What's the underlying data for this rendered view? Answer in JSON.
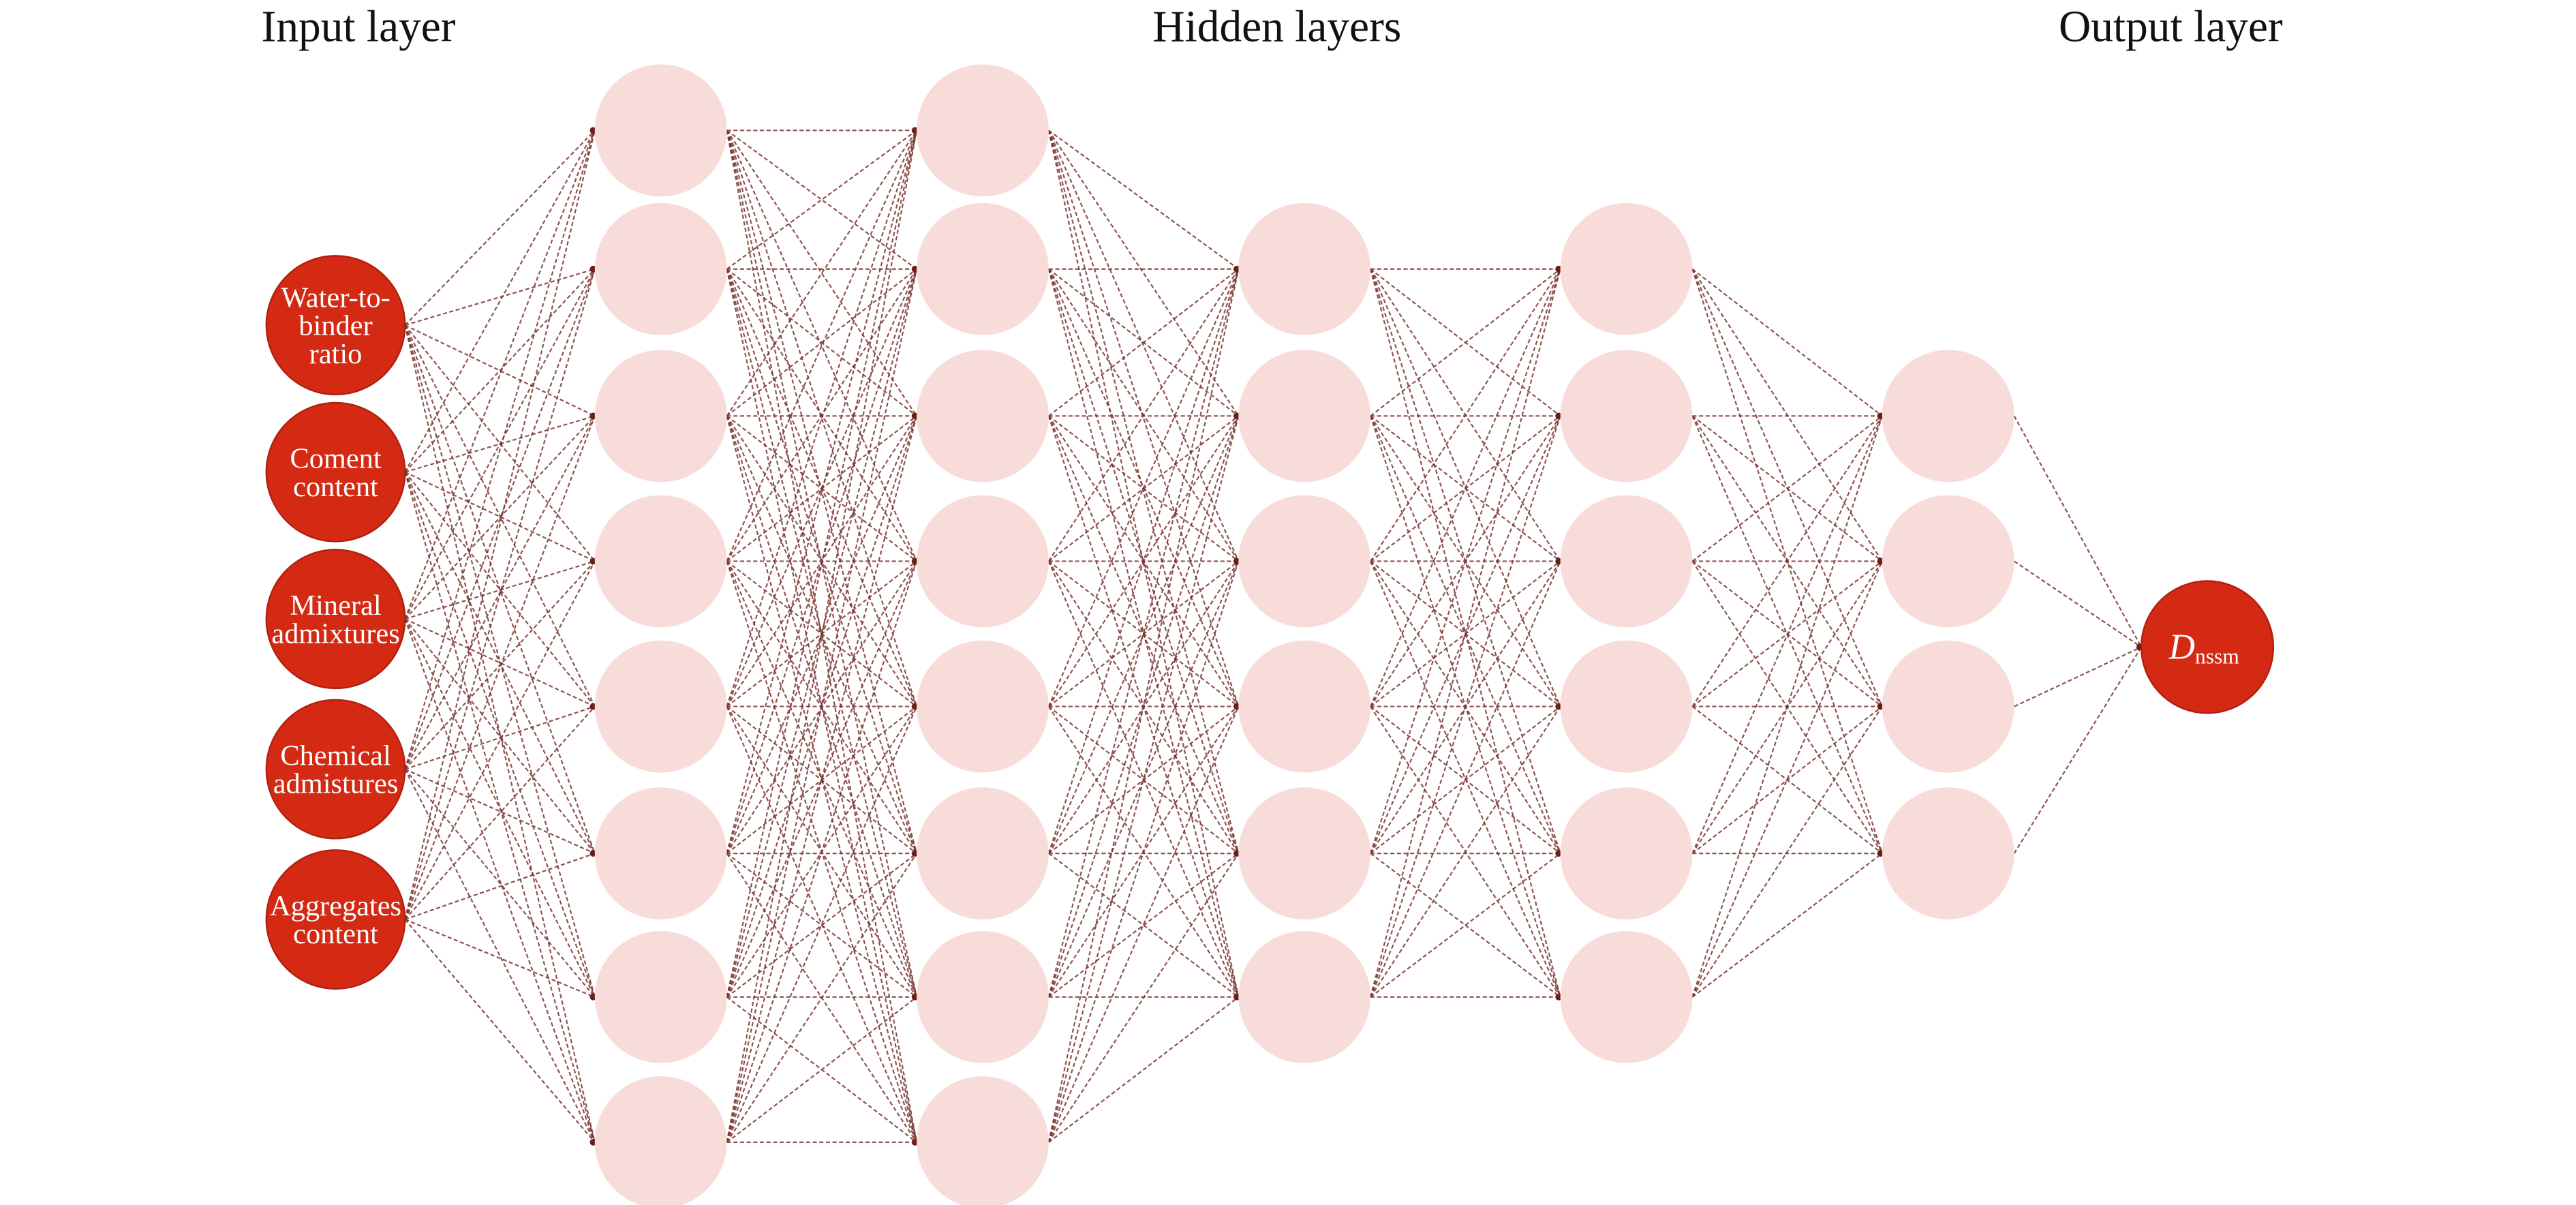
{
  "headers": {
    "input": "Input layer",
    "hidden": "Hidden layers",
    "output": "Output layer"
  },
  "colors": {
    "input_node": "#d42a14",
    "hidden_node": "#f8dcd9",
    "output_node": "#d42a14",
    "edge": "#7a3530"
  },
  "input_nodes": [
    {
      "lines": [
        "Water-to-",
        "binder",
        "ratio"
      ]
    },
    {
      "lines": [
        "Coment",
        "content"
      ]
    },
    {
      "lines": [
        "Mineral",
        "admixtures"
      ]
    },
    {
      "lines": [
        "Chemical",
        "admistures"
      ]
    },
    {
      "lines": [
        "Aggregates",
        "content"
      ]
    }
  ],
  "hidden_layer_sizes": [
    8,
    8,
    6,
    6,
    4
  ],
  "output_node": {
    "symbol": "D",
    "subscript": "nssm"
  }
}
